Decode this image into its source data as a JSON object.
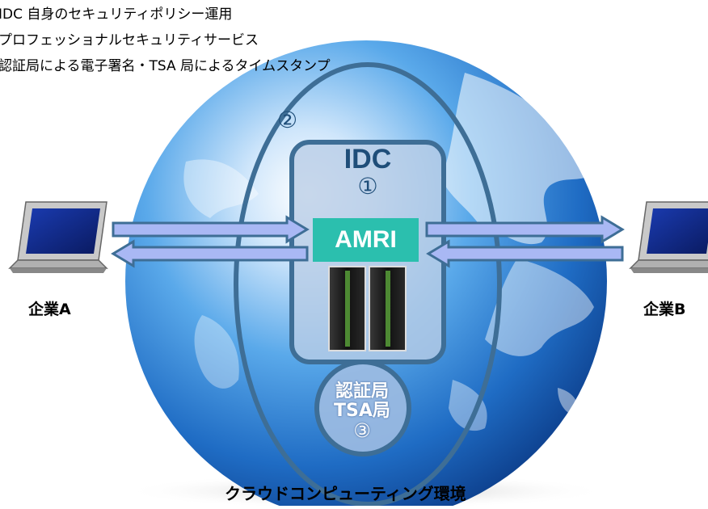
{
  "legend": [
    "IDC 自身のセキュリティポリシー運用",
    "プロフェッショナルセキュリティサービス",
    "認証局による電子署名・TSA 局によるタイムスタンプ"
  ],
  "labels": {
    "circle2": "②",
    "idc_title": "IDC",
    "idc_number": "①",
    "amri": "AMRI",
    "ca_line1": "認証局",
    "ca_line2": "TSA局",
    "ca_number": "③",
    "company_a": "企業A",
    "company_b": "企業B",
    "cloud": "クラウドコンピューティング環境"
  },
  "colors": {
    "outline": "#3e6e96",
    "amri_bg": "#2bbfae",
    "arrow_fill": "#a9b8f4"
  }
}
